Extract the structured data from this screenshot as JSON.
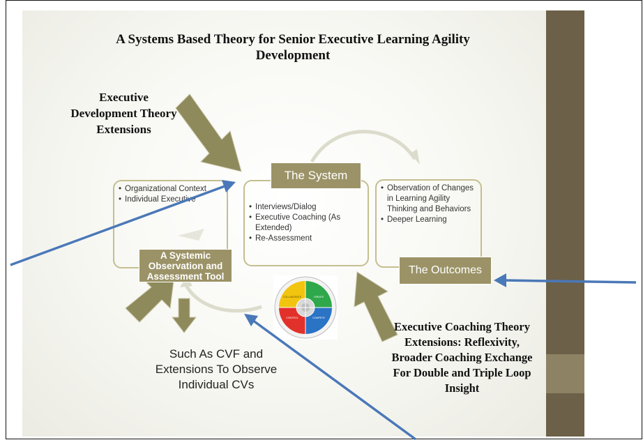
{
  "title": "A Systems Based Theory for Senior Executive Learning Agility Development",
  "theory_left": "Executive Development Theory Extensions",
  "theory_right": "Executive Coaching Theory Extensions: Reflexivity,  Broader Coaching Exchange For Double and Triple Loop Insight",
  "box_left": {
    "items": [
      "Organizational Context",
      "Individual Executive"
    ],
    "tag": "A Systemic Observation and Assessment Tool"
  },
  "box_system": {
    "tag": "The System",
    "items": [
      "Interviews/Dialog",
      "Executive Coaching (As Extended)",
      "Re-Assessment"
    ]
  },
  "box_outcomes": {
    "tag": "The Outcomes",
    "items": [
      "Observation of Changes in Learning Agility Thinking and Behaviors",
      "Deeper Learning"
    ]
  },
  "tool_note": "Such As CVF and Extensions To Observe Individual CVs",
  "wheel": {
    "quadrants": [
      "COLLABORATE",
      "CREATE",
      "CONTROL",
      "COMPETE"
    ]
  },
  "colors": {
    "arrow_fill": "#8e8a5c",
    "tag_fill": "#9b9367",
    "box_border": "#c3bf8f",
    "pointer_blue": "#4a78b8",
    "sidebar": "#6c6048",
    "wheel_yellow": "#f1c40f",
    "wheel_green": "#2ea84a",
    "wheel_red": "#e2312a",
    "wheel_blue": "#2a73c5"
  }
}
